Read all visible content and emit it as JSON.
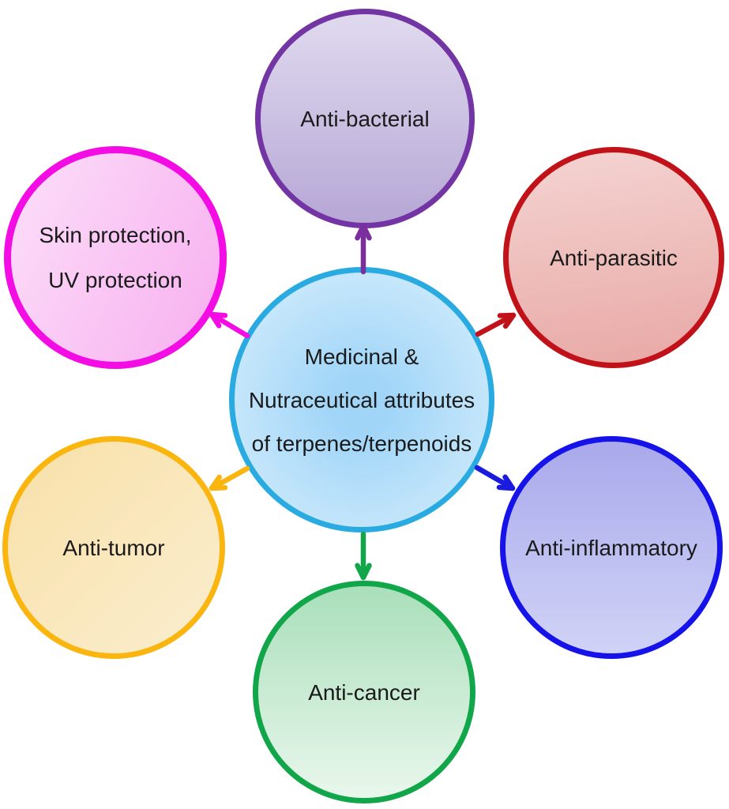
{
  "diagram": {
    "text_color": "#1a1a1a",
    "center": {
      "label_line1": "Medicinal &",
      "label_line2": "Nutraceutical attributes",
      "label_line3": "of terpenes/terpenoids",
      "border_color": "#29abe2",
      "fill_center": "#a0d5f8",
      "fill_edge": "#d4edfc"
    },
    "nodes": [
      {
        "id": "anti-bacterial",
        "label": "Anti-bacterial",
        "border_color": "#7334a4",
        "fill_top": "#e0daef",
        "fill_bottom": "#b6a7d5",
        "arrow_color": "#7b2f9f"
      },
      {
        "id": "anti-parasitic",
        "label": "Anti-parasitic",
        "border_color": "#c1121a",
        "fill_top": "#f4d4d2",
        "fill_bottom": "#e8a8a5",
        "arrow_color": "#c1121a"
      },
      {
        "id": "anti-inflammatory",
        "label": "Anti-inflammatory",
        "border_color": "#1512ea",
        "fill_top": "#a9a9ec",
        "fill_bottom": "#d0d3f6",
        "arrow_color": "#1b1be0"
      },
      {
        "id": "anti-cancer",
        "label": "Anti-cancer",
        "border_color": "#12a64b",
        "fill_top": "#a9dfba",
        "fill_bottom": "#e9f7ec",
        "arrow_color": "#12a64b"
      },
      {
        "id": "anti-tumor",
        "label": "Anti-tumor",
        "border_color": "#fab50f",
        "fill_top": "#f8e0a8",
        "fill_bottom": "#fbeecf",
        "arrow_color": "#fab50f"
      },
      {
        "id": "skin-uv-protection",
        "label_line1": "Skin protection,",
        "label_line2": "UV protection",
        "border_color": "#f30ce4",
        "fill_top": "#fcdff9",
        "fill_bottom": "#f7afef",
        "arrow_color": "#f30ce4"
      }
    ]
  }
}
